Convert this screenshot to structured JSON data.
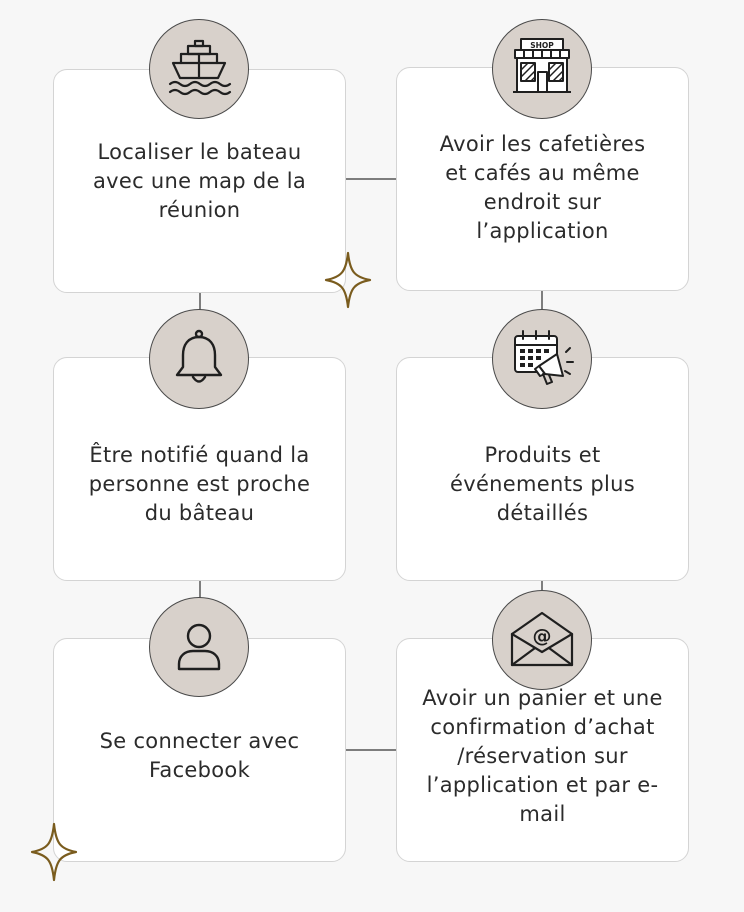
{
  "colors": {
    "background": "#f7f7f7",
    "card": "#ffffff",
    "card_border": "#d4d4d4",
    "icon_circle": "#d8d1cb",
    "connector": "#555555",
    "sparkle": "#7a5c1e"
  },
  "cards": [
    {
      "text": "Localiser le bateau\navec une map de la\nréunion",
      "icon": "boat-icon"
    },
    {
      "text": "Avoir les cafetières\net cafés au même\nendroit sur\nl’application",
      "icon": "shop-icon"
    },
    {
      "text": "Être notifié quand la\npersonne est proche\ndu bâteau",
      "icon": "bell-icon"
    },
    {
      "text": "Produits et\névénements plus\ndétaillés",
      "icon": "calendar-megaphone-icon"
    },
    {
      "text": "Se connecter avec\nFacebook",
      "icon": "user-icon"
    },
    {
      "text": "Avoir un panier et une\nconfirmation d’achat\n/réservation sur\nl’application et par e-\nmail",
      "icon": "email-icon"
    }
  ],
  "shop_sign": "SHOP",
  "email_symbol": "@"
}
